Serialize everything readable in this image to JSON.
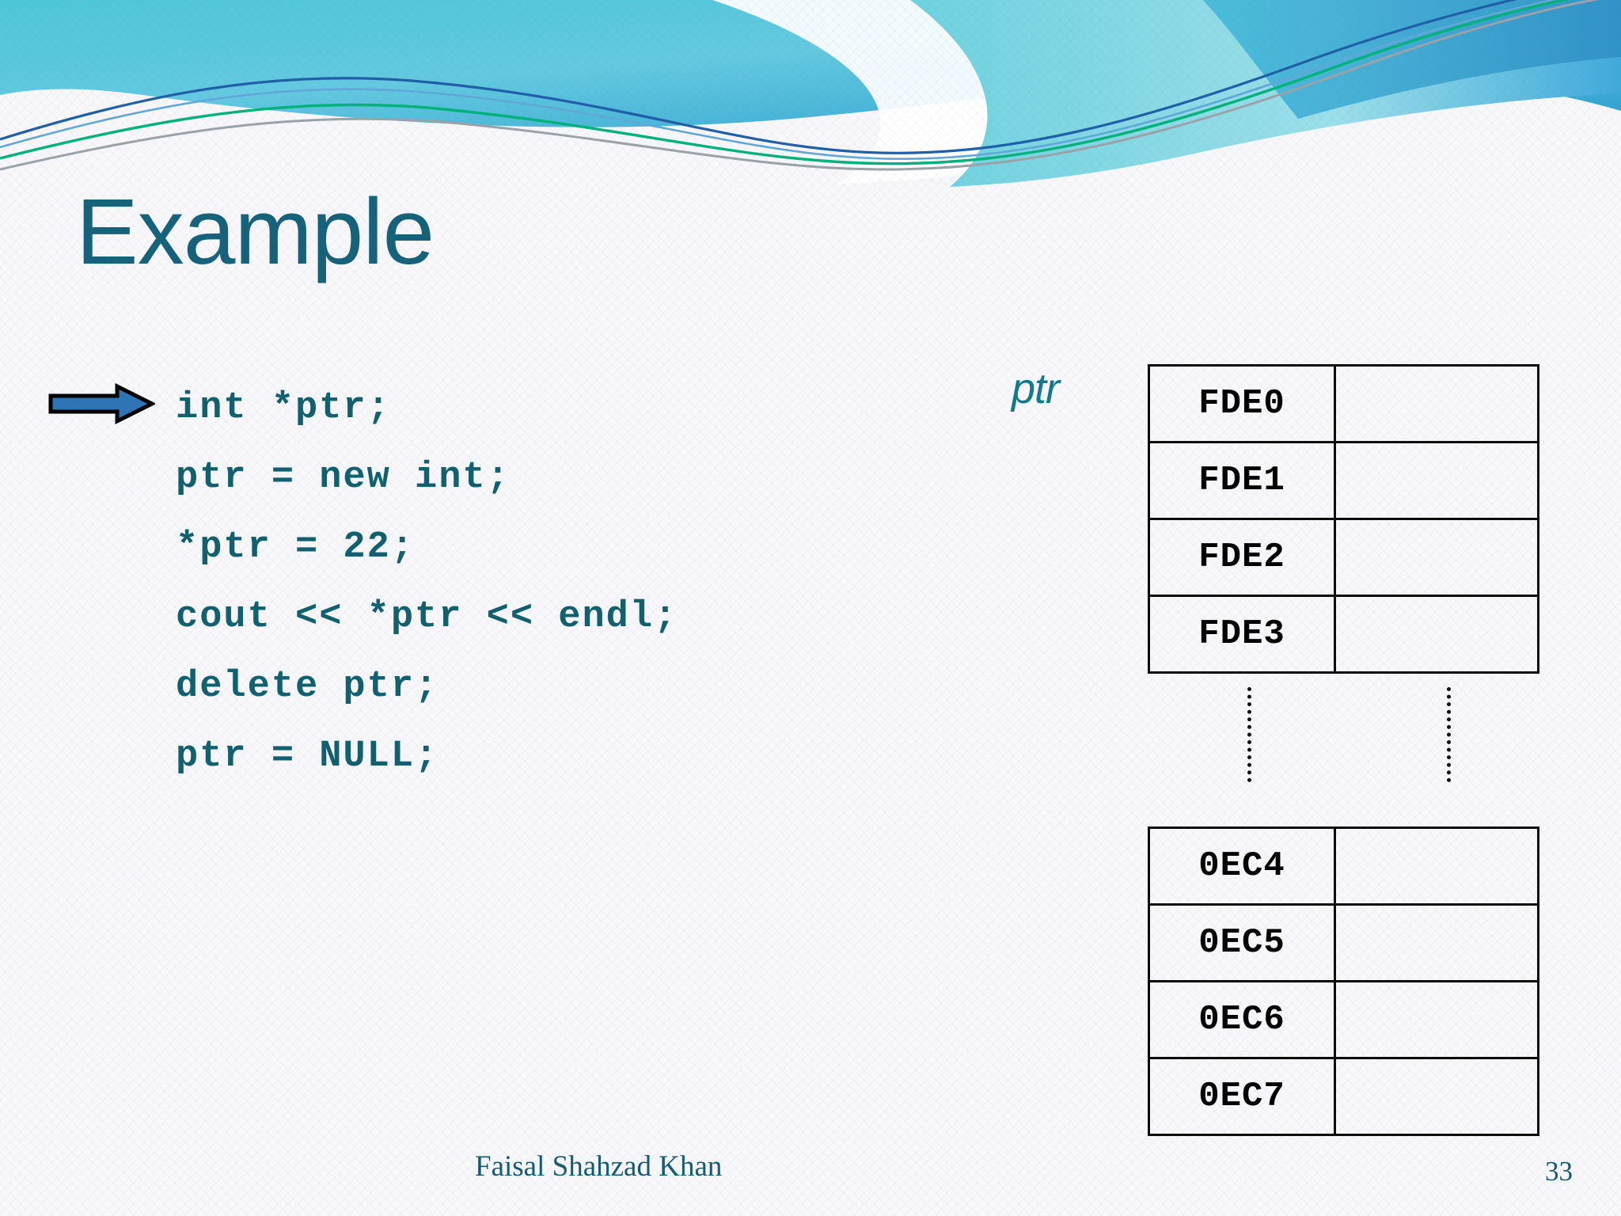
{
  "slide": {
    "title": "Example",
    "page_number": "33",
    "author": "Faisal Shahzad Khan",
    "theme": {
      "title_color": "#16627B",
      "code_color": "#106070",
      "accent_cyan": "#5BC6DA",
      "accent_blue": "#2E75B6",
      "accent_green": "#00A87E",
      "background": "#F7F7F9",
      "table_border": "#0A0A0A"
    }
  },
  "code": {
    "lines": [
      "int *ptr;",
      "ptr = new int;",
      "*ptr = 22;",
      "cout << *ptr << endl;",
      "delete ptr;",
      "ptr = NULL;"
    ],
    "arrow_marker": "right-arrow",
    "arrow_target_line": 0
  },
  "diagram": {
    "pointer_label": "ptr",
    "upper_table": {
      "rows": [
        {
          "address": "FDE0",
          "value": ""
        },
        {
          "address": "FDE1",
          "value": ""
        },
        {
          "address": "FDE2",
          "value": ""
        },
        {
          "address": "FDE3",
          "value": ""
        }
      ]
    },
    "lower_table": {
      "rows": [
        {
          "address": "0EC4",
          "value": ""
        },
        {
          "address": "0EC5",
          "value": ""
        },
        {
          "address": "0EC6",
          "value": ""
        },
        {
          "address": "0EC7",
          "value": ""
        }
      ]
    },
    "ellipsis_connectors": 2
  }
}
